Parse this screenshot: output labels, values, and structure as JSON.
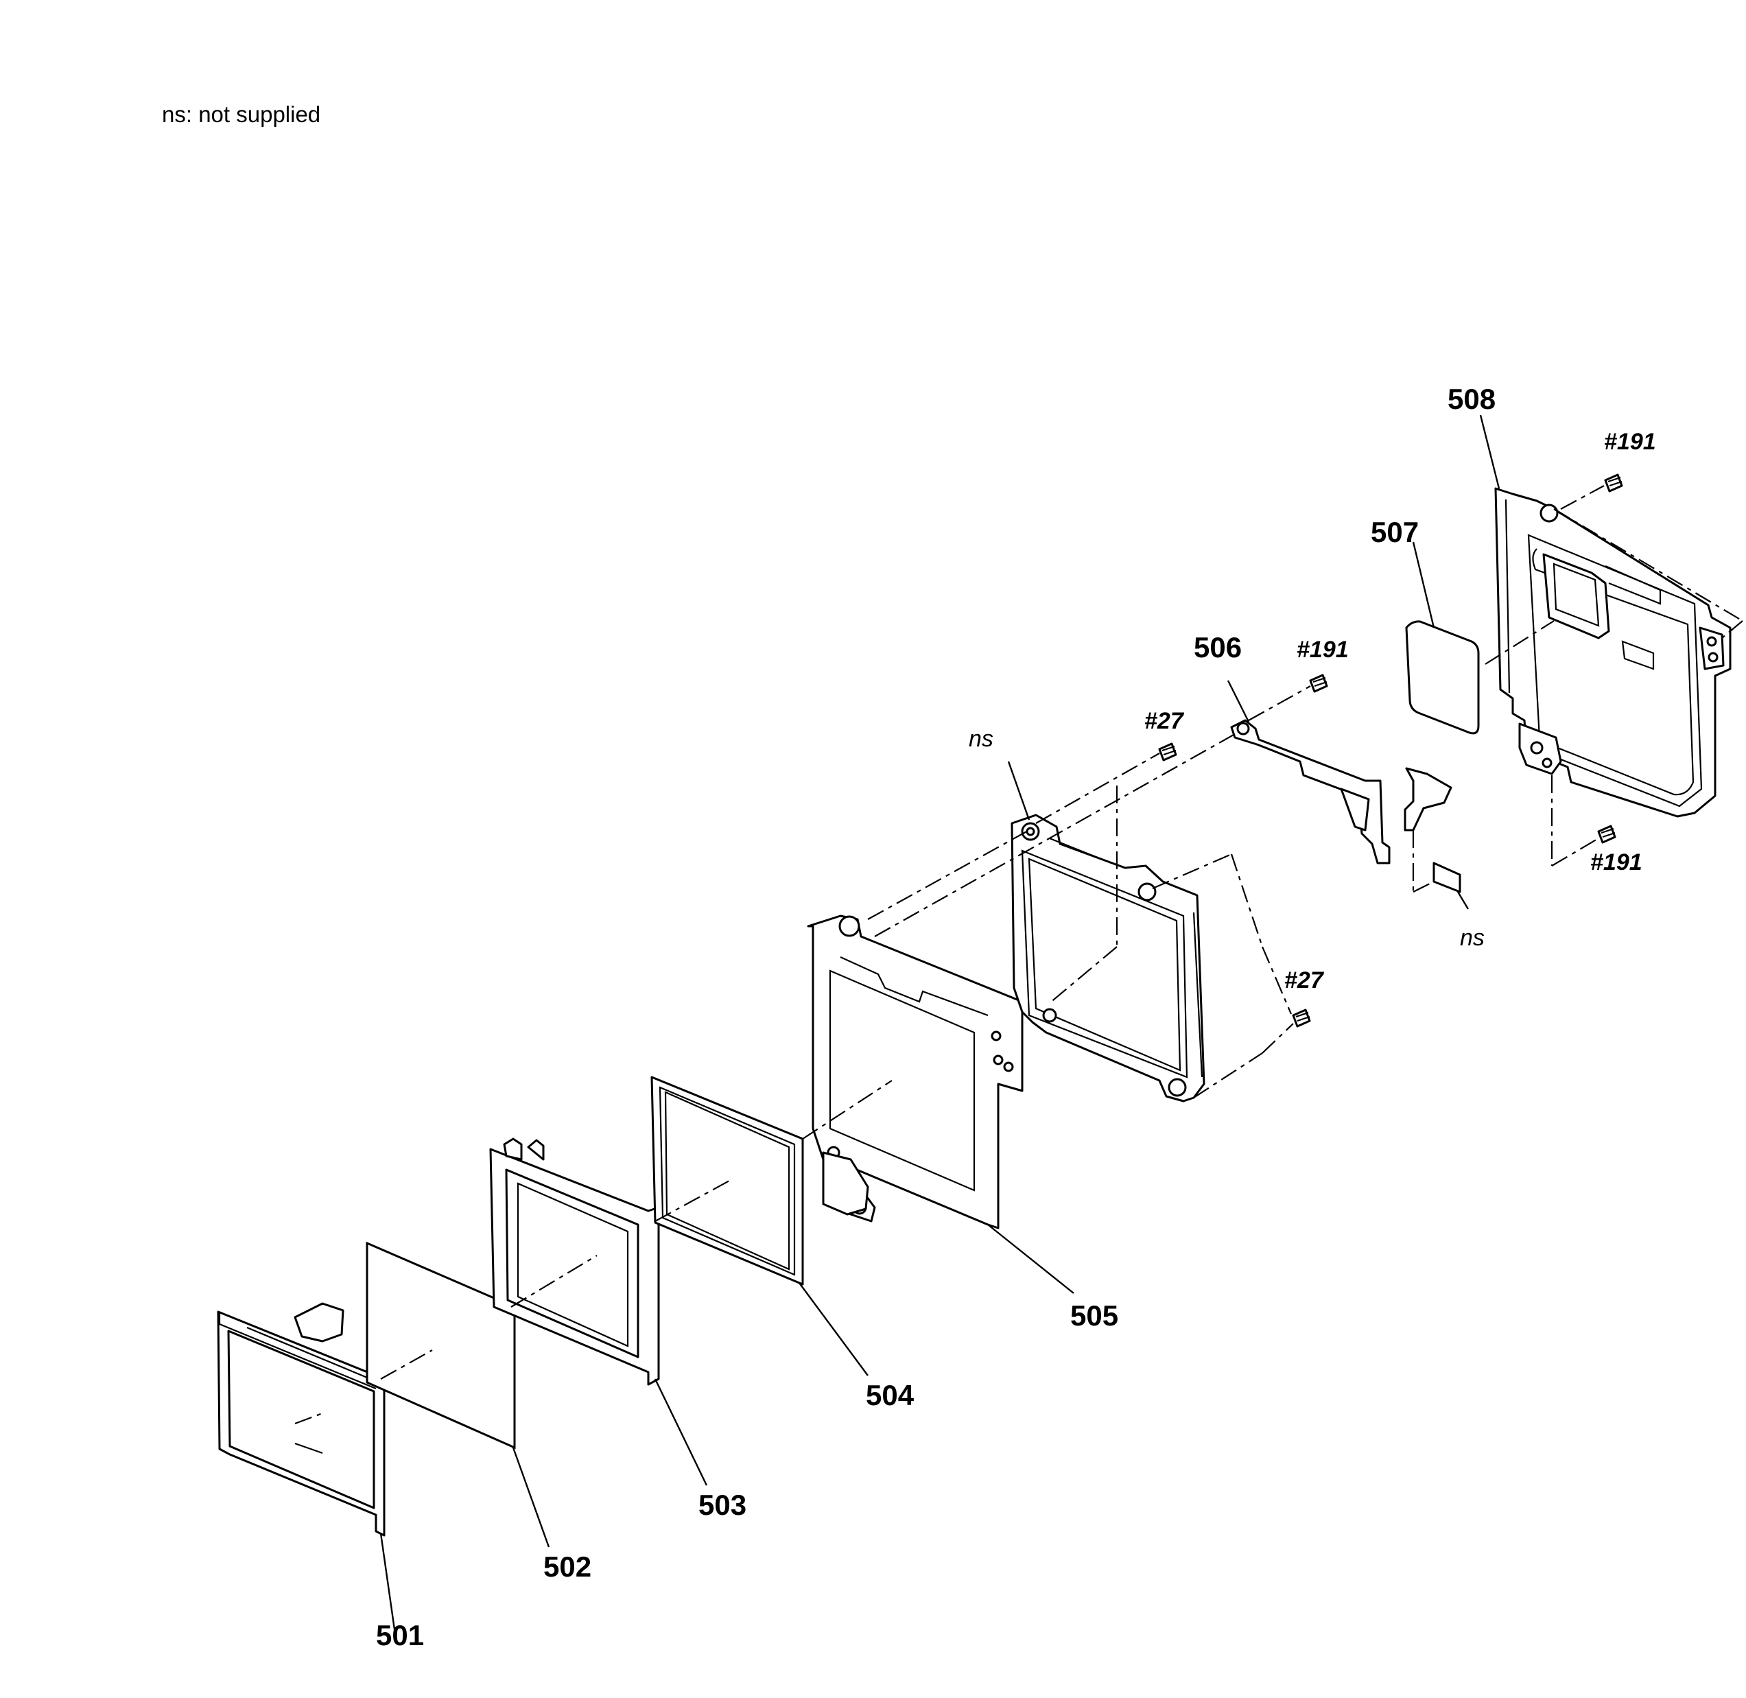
{
  "note": "ns: not supplied",
  "part_labels": {
    "p501": "501",
    "p502": "502",
    "p503": "503",
    "p504": "504",
    "p505": "505",
    "p506": "506",
    "p507": "507",
    "p508": "508"
  },
  "screw_labels": {
    "s191_top": "#191",
    "s191_mid": "#191",
    "s191_bottom": "#191",
    "s27_top": "#27",
    "s27_bottom": "#27"
  },
  "ns_labels": {
    "ns_left": "ns",
    "ns_right": "ns"
  }
}
